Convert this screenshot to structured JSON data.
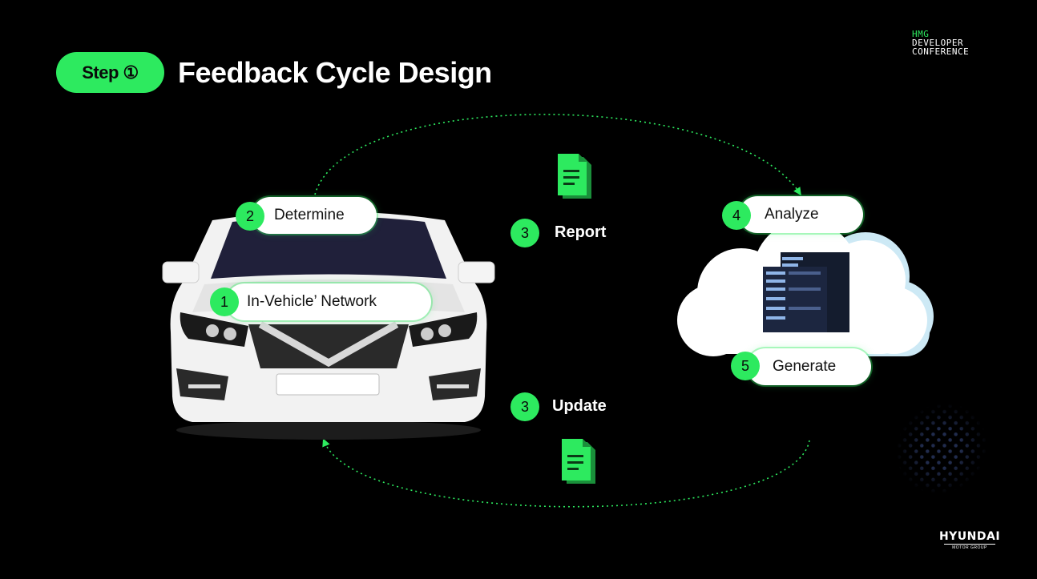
{
  "header": {
    "step_label": "Step ①",
    "title": "Feedback Cycle Design"
  },
  "conference_logo": {
    "line1": "HMG",
    "line2": "DEVELOPER",
    "line3": "CONFERENCE"
  },
  "brand_logo": {
    "name": "HYUNDAI",
    "sub": "MOTOR GROUP"
  },
  "vehicle": {
    "steps": [
      {
        "number": "2",
        "label": "Determine"
      },
      {
        "number": "1",
        "label": "In-Vehicle’ Network"
      }
    ]
  },
  "flows": {
    "report": {
      "number": "3",
      "label": "Report",
      "icon": "document-icon"
    },
    "update": {
      "number": "3",
      "label": "Update",
      "icon": "document-icon"
    }
  },
  "cloud": {
    "steps": [
      {
        "number": "4",
        "label": "Analyze"
      },
      {
        "number": "5",
        "label": "Generate"
      }
    ],
    "icon": "server-rack-icon"
  },
  "colors": {
    "accent": "#2dea5f",
    "background": "#000000",
    "pill": "#ffffff",
    "cloud": "#ffffff",
    "cloud_shadow": "#cde9f5"
  }
}
